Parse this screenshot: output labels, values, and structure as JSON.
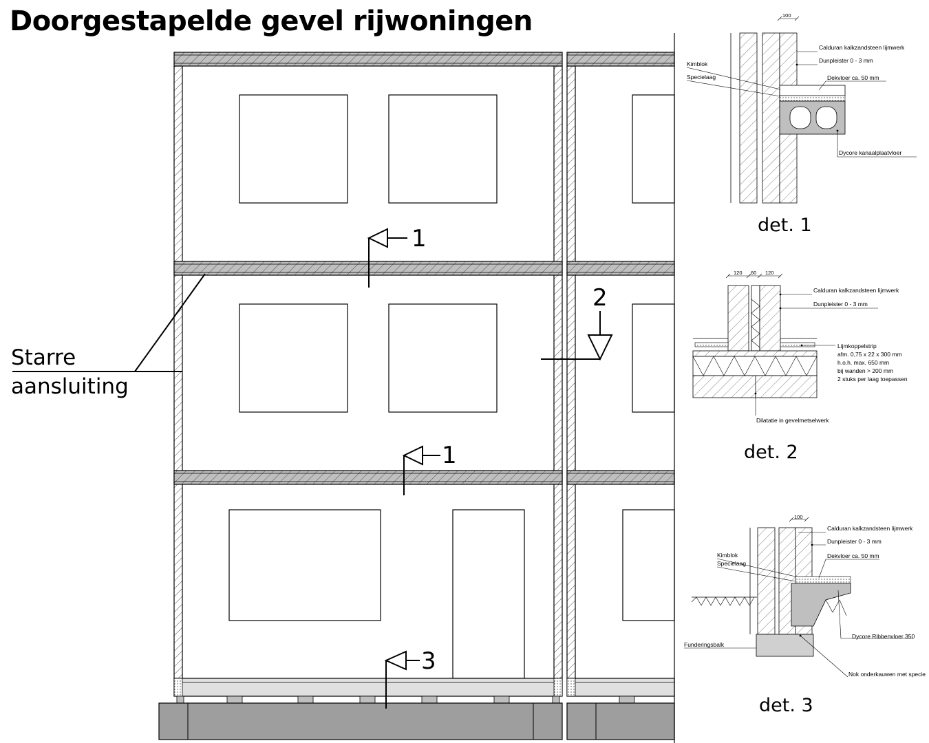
{
  "title": "Doorgestapelde gevel rijwoningen",
  "callout": {
    "line1": "Starre",
    "line2": "aansluiting"
  },
  "section_markers": {
    "m1_top": "1",
    "m1_mid": "1",
    "m2": "2",
    "m3": "3"
  },
  "detail1": {
    "label": "det. 1",
    "dim": "100",
    "annotations": {
      "calduran": "Calduran kalkzandsteen lijmwerk",
      "dunpleister": "Dunpleister 0 - 3 mm",
      "kimblok": "Kimblok",
      "specielaag": "Specielaag",
      "dekvloer": "Dekvloer ca. 50 mm",
      "dycore": "Dycore kanaalplaatvloer"
    }
  },
  "detail2": {
    "label": "det. 2",
    "dims": [
      "120",
      "60",
      "120"
    ],
    "annotations": {
      "calduran": "Calduran kalkzandsteen lijmwerk",
      "dunpleister": "Dunpleister 0 - 3 mm",
      "lijm1": "Lijmkoppelstrip",
      "lijm2": "afm.   0,75 x 22 x 300 mm",
      "lijm3": "h.o.h. max. 650 mm",
      "lijm4": "bij wanden > 200 mm",
      "lijm5": "2 stuks per laag toepassen",
      "dilatatie": "Dilatatie in gevelmetselwerk"
    }
  },
  "detail3": {
    "label": "det. 3",
    "dim": "100",
    "annotations": {
      "calduran": "Calduran kalkzandsteen lijmwerk",
      "dunpleister": "Dunpleister 0 - 3 mm",
      "kimblok": "Kimblok",
      "specielaag": "Specielaag",
      "dekvloer": "Dekvloer ca. 50 mm",
      "fundering": "Funderingsbalk",
      "dycore": "Dycore Ribbenvloer 350",
      "nok": "Nok onderkauwen met specie"
    }
  },
  "colors": {
    "floor": "#bfbfbf",
    "foundation": "#9e9e9e",
    "beam": "#e0e0e0",
    "line": "#000000"
  }
}
